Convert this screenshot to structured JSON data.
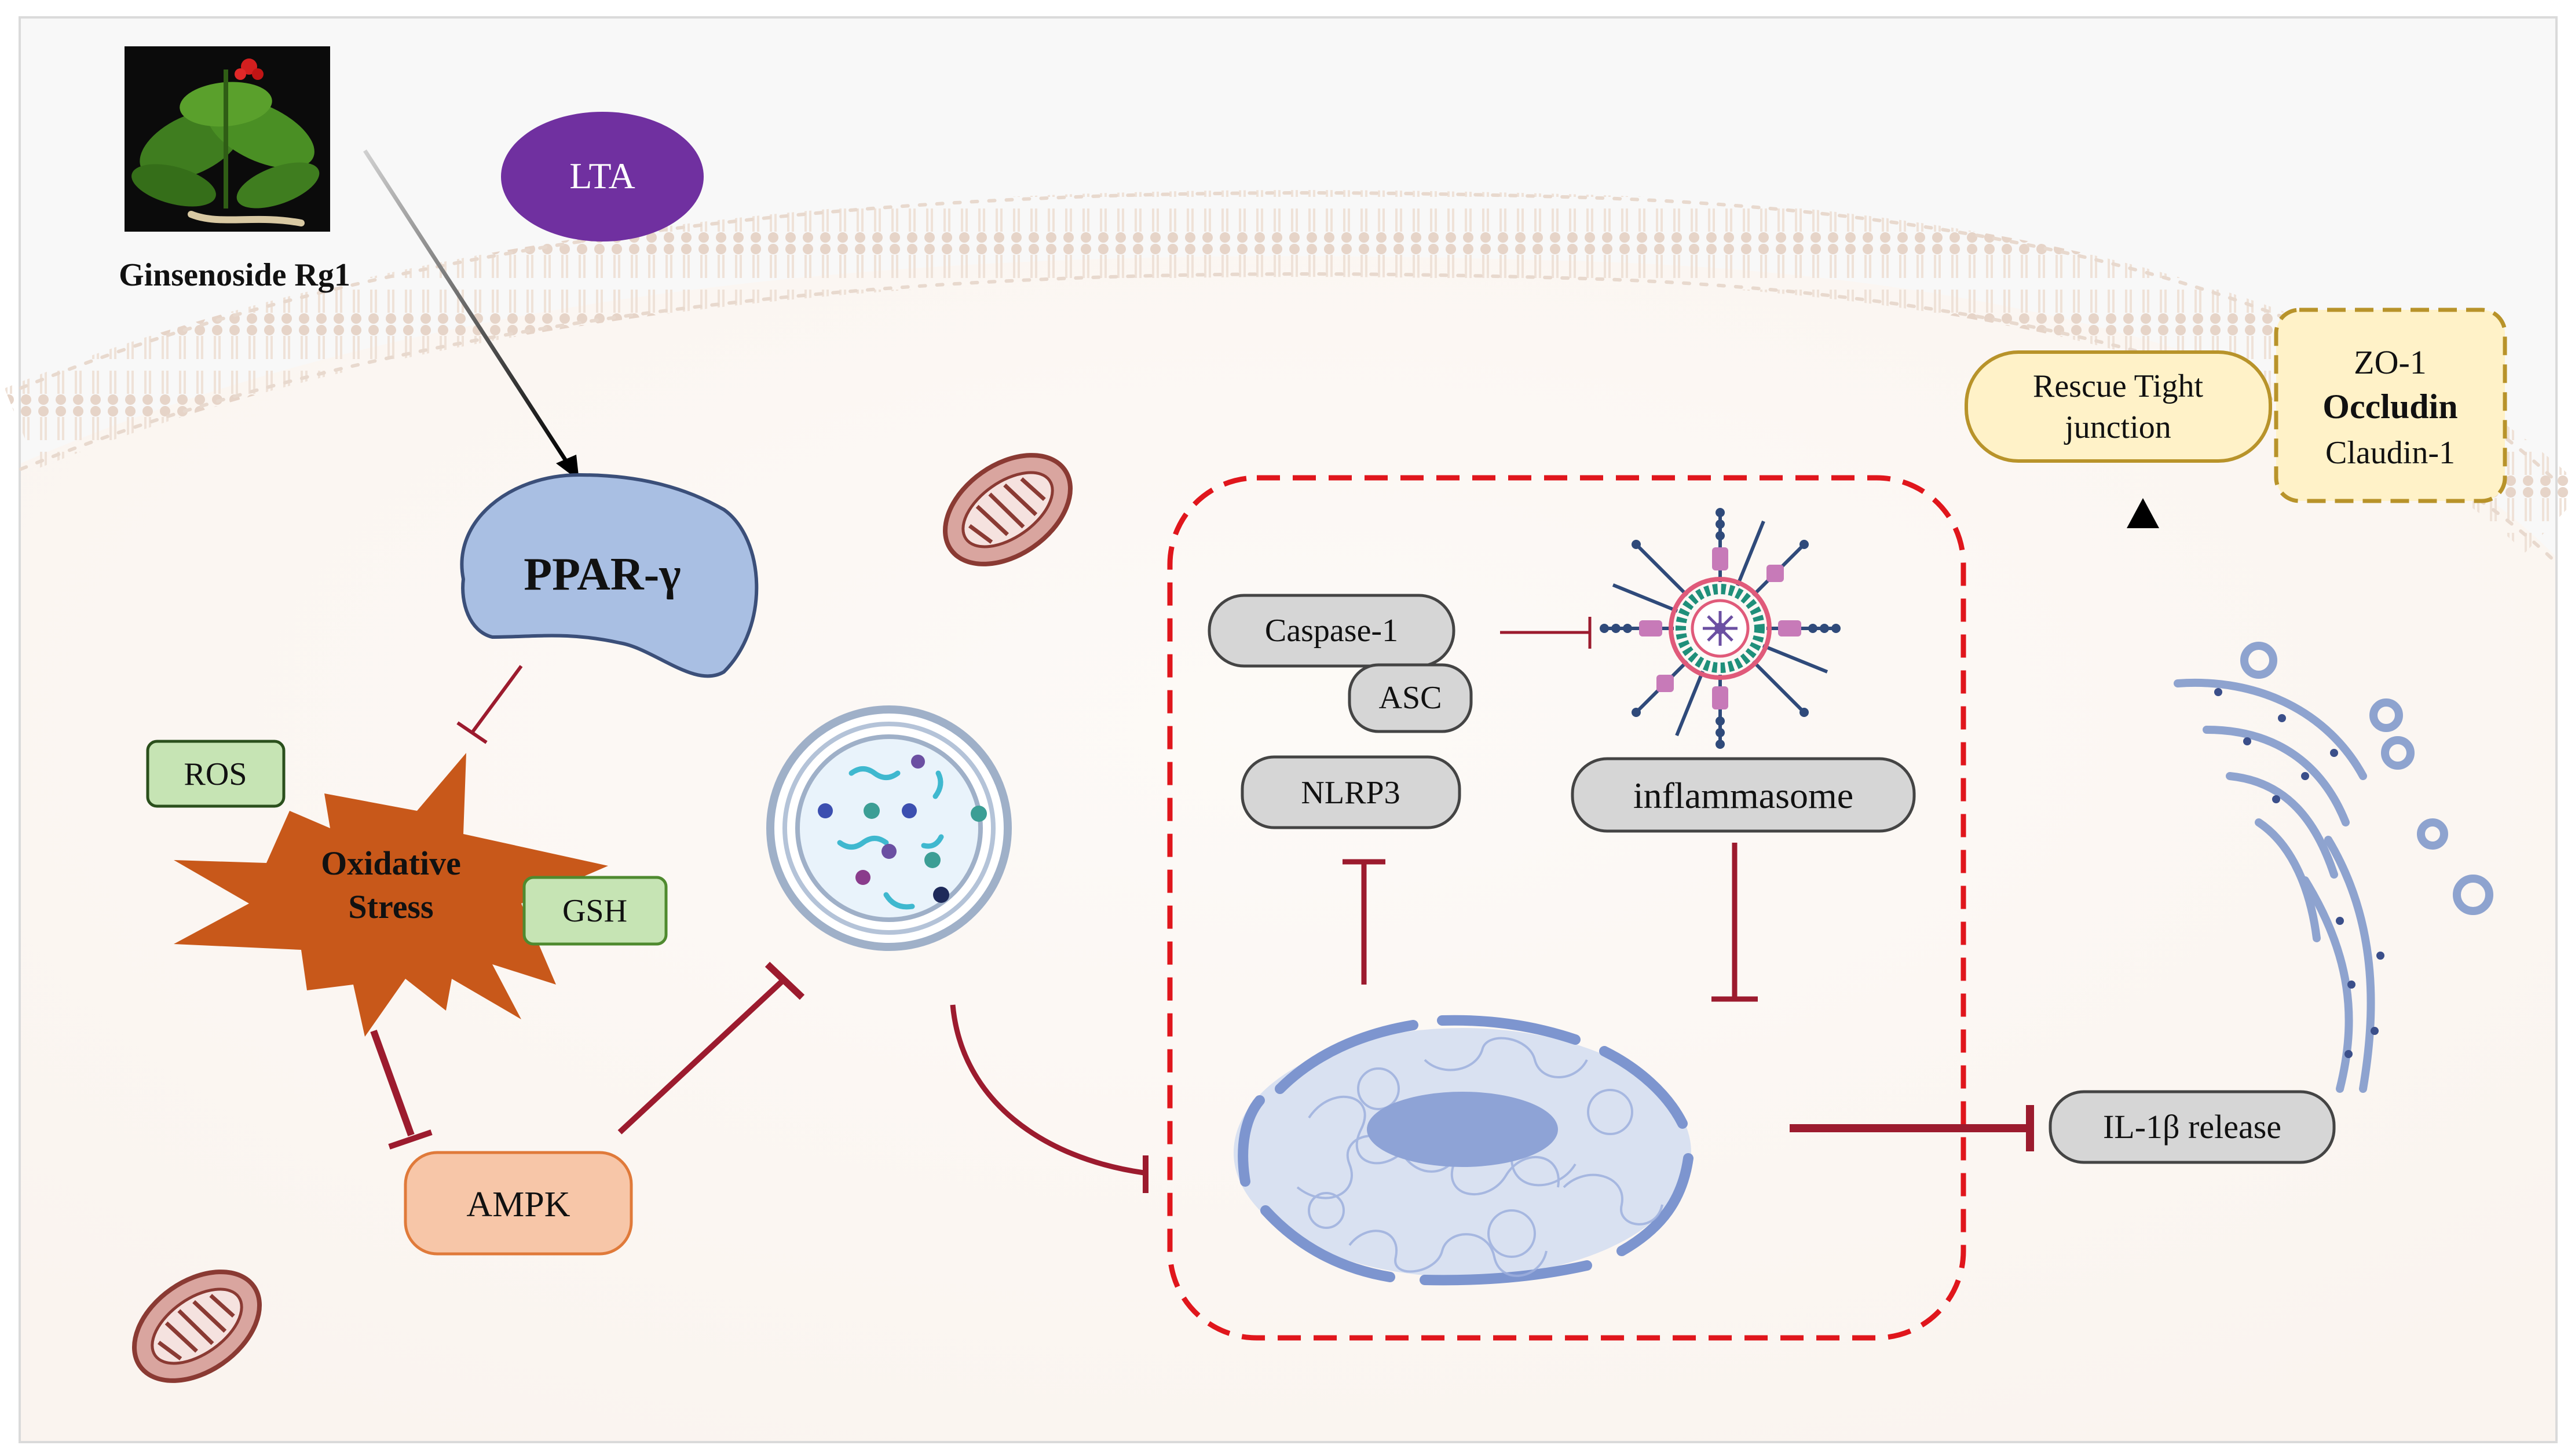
{
  "labels": {
    "ginsenoside": "Ginsenoside Rg1",
    "lta": "LTA",
    "ppar": "PPAR-γ",
    "ros": "ROS",
    "oxidative_line1": "Oxidative",
    "oxidative_line2": "Stress",
    "gsh": "GSH",
    "ampk": "AMPK",
    "caspase": "Caspase-1",
    "asc": "ASC",
    "nlrp3": "NLRP3",
    "inflammasome": "inflammasome",
    "il1b": "IL-1β release",
    "rescue_line1": "Rescue Tight",
    "rescue_line2": "junction",
    "zo1": "ZO-1",
    "occludin": "Occludin",
    "claudin": "Claudin-1"
  },
  "colors": {
    "inhibit": "#9c1b2e",
    "lta_fill": "#7030a0",
    "ppar_fill": "#a9bfe3",
    "ros_gsh_fill": "#c6e4b4",
    "stress_fill": "#c8581a",
    "ampk_fill": "#f7c6a8",
    "grey_box": "#d6d6d6",
    "tight_fill": "#fff2c8",
    "tight_border": "#b8932a",
    "dashed_red": "#e0161c"
  }
}
